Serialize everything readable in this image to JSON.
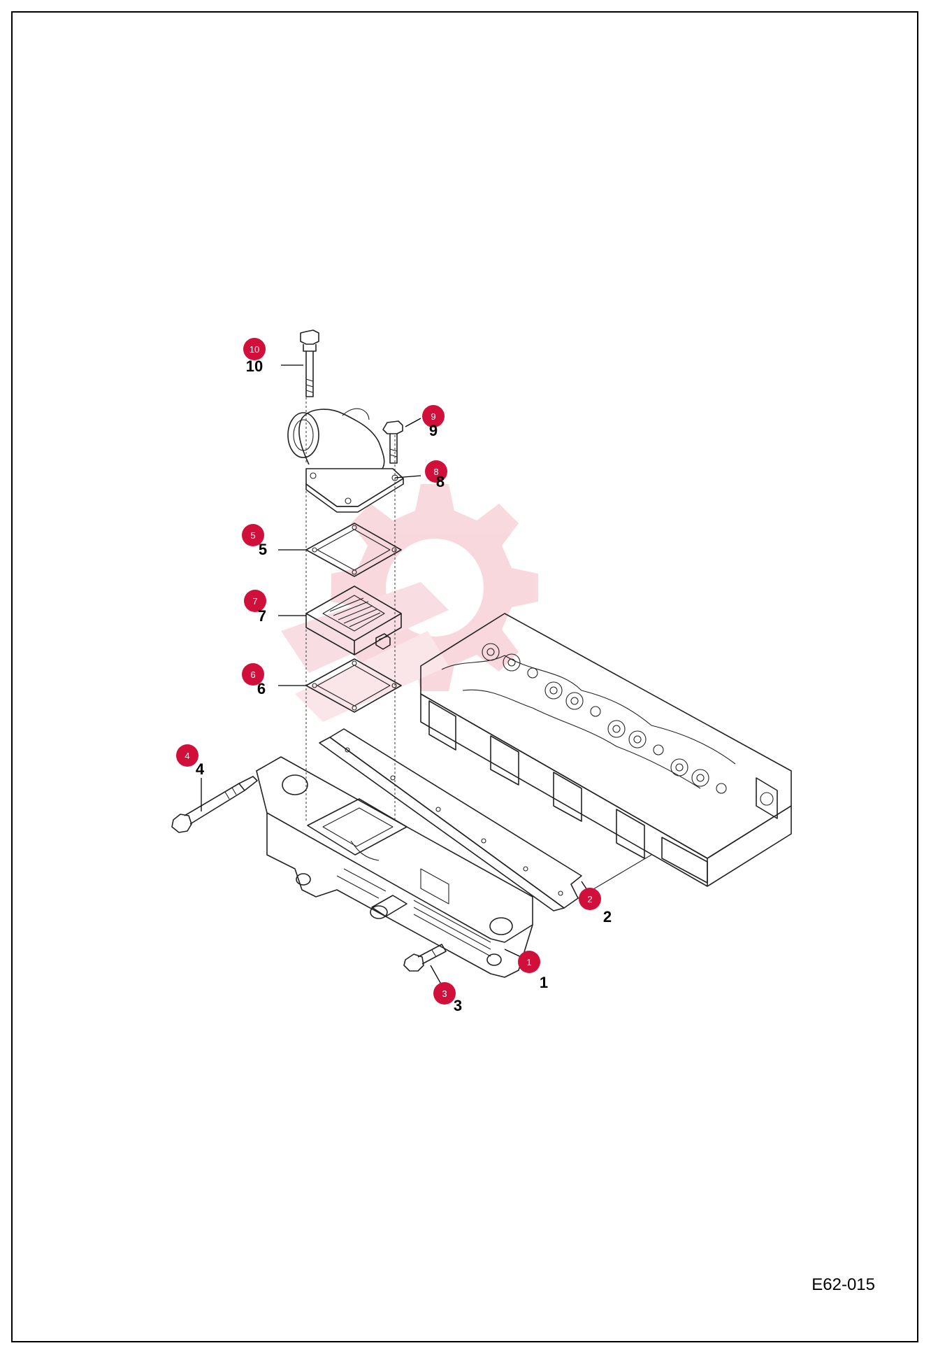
{
  "drawing_number": "E62-015",
  "colors": {
    "badge": "#d0103a",
    "watermark": "#f3a8b4",
    "line": "#222222"
  },
  "watermark_icon": "gear-icon",
  "callouts": [
    {
      "number": "10",
      "label": "10"
    },
    {
      "number": "9",
      "label": "9"
    },
    {
      "number": "8",
      "label": "8"
    },
    {
      "number": "5",
      "label": "5"
    },
    {
      "number": "7",
      "label": "7"
    },
    {
      "number": "6",
      "label": "6"
    },
    {
      "number": "4",
      "label": "4"
    },
    {
      "number": "2",
      "label": "2"
    },
    {
      "number": "1",
      "label": "1"
    },
    {
      "number": "3",
      "label": "3"
    }
  ]
}
